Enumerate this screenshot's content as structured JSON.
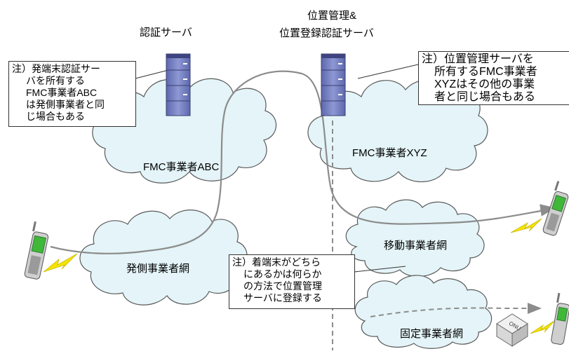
{
  "servers": {
    "auth_label": "認証サーバ",
    "location_label_line1": "位置管理&",
    "location_label_line2": "位置登録認証サーバ"
  },
  "clouds": {
    "fmc_abc": "FMC事業者ABC",
    "fmc_xyz": "FMC事業者XYZ",
    "mobile": "移動事業者網",
    "origin": "発側事業者網",
    "fixed": "固定事業者網"
  },
  "notes": {
    "left": [
      "注）発端末認証サー",
      "バを所有する",
      "FMC事業者ABC",
      "は発側事業者と同",
      "じ場合もある"
    ],
    "right": [
      "注）位置管理サーバを",
      "所有するFMC事業者",
      "XYZはその他の事業",
      "者と同じ場合もある"
    ],
    "center": [
      "注）着端末がどちら",
      "にあるかは何らか",
      "の方法で位置管理",
      "サーバに登録する"
    ]
  },
  "devices": {
    "onu_label": "ONU"
  },
  "colors": {
    "cloud_fill": "#e4f4f8",
    "cloud_stroke": "#5a5a5a",
    "server": "#7c87c4",
    "line": "#8c8c8c",
    "lightning": "#f5e400"
  }
}
